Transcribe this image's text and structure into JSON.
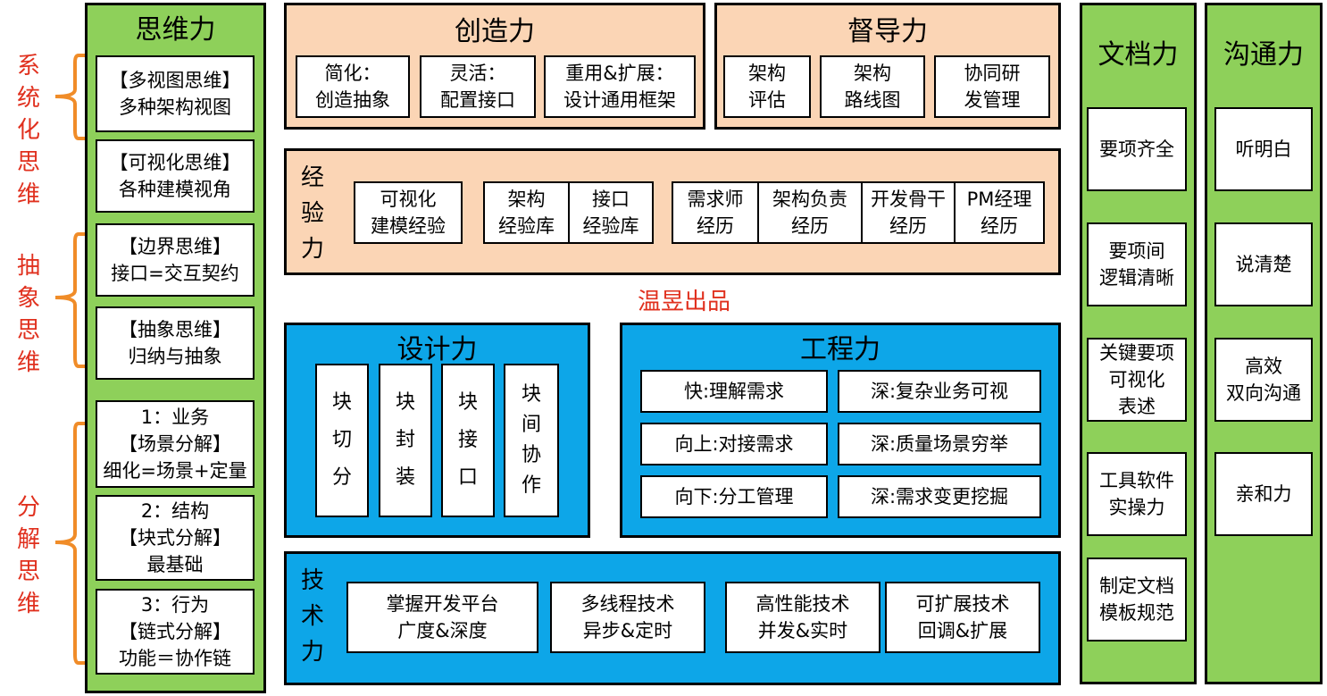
{
  "left_labels": {
    "systemic": "系\n统\n化\n思\n维",
    "abstract": "抽\n象\n思\n维",
    "decompose": "分\n解\n思\n维"
  },
  "thinking": {
    "title": "思维力",
    "items": [
      "【多视图思维】\n多种架构视图",
      "【可视化思维】\n各种建模视角",
      "【边界思维】\n接口=交互契约",
      "【抽象思维】\n归纳与抽象",
      "1：业务\n【场景分解】\n细化=场景+定量",
      "2：结构\n【块式分解】\n最基础",
      "3：行为\n【链式分解】\n功能＝协作链"
    ]
  },
  "creativity": {
    "title": "创造力",
    "items": [
      "简化：\n创造抽象",
      "灵活：\n配置接口",
      "重用&扩展：\n设计通用框架"
    ]
  },
  "supervision": {
    "title": "督导力",
    "items": [
      "架构\n评估",
      "架构\n路线图",
      "协同研\n发管理"
    ]
  },
  "experience": {
    "title": "经\n验\n力",
    "items": [
      "可视化\n建模经验",
      "架构\n经验库",
      "接口\n经验库",
      "需求师\n经历",
      "架构负责\n经历",
      "开发骨干\n经历",
      "PM经理\n经历"
    ]
  },
  "watermark": "温昱出品",
  "design": {
    "title": "设计力",
    "items": [
      "块\n切\n分",
      "块\n封\n装",
      "块\n接\n口",
      "块\n间\n协\n作"
    ]
  },
  "engineering": {
    "title": "工程力",
    "items": [
      "快:理解需求",
      "深:复杂业务可视",
      "向上:对接需求",
      "深:质量场景穷举",
      "向下:分工管理",
      "深:需求变更挖掘"
    ]
  },
  "technology": {
    "title": "技\n术\n力",
    "items": [
      "掌握开发平台\n广度&深度",
      "多线程技术\n异步&定时",
      "高性能技术\n并发&实时",
      "可扩展技术\n回调&扩展"
    ]
  },
  "documentation": {
    "title": "文档力",
    "items": [
      "要项齐全",
      "要项间\n逻辑清晰",
      "关键要项\n可视化\n表述",
      "工具软件\n实操力",
      "制定文档\n模板规范"
    ]
  },
  "communication": {
    "title": "沟通力",
    "items": [
      "听明白",
      "说清楚",
      "高效\n双向沟通",
      "亲和力"
    ]
  },
  "colors": {
    "orange_panel": "#FBD5B5",
    "green_panel": "#8ED05A",
    "blue_panel": "#0DA6E8",
    "bracket_orange": "#F08C28",
    "label_red": "#E0301E"
  }
}
